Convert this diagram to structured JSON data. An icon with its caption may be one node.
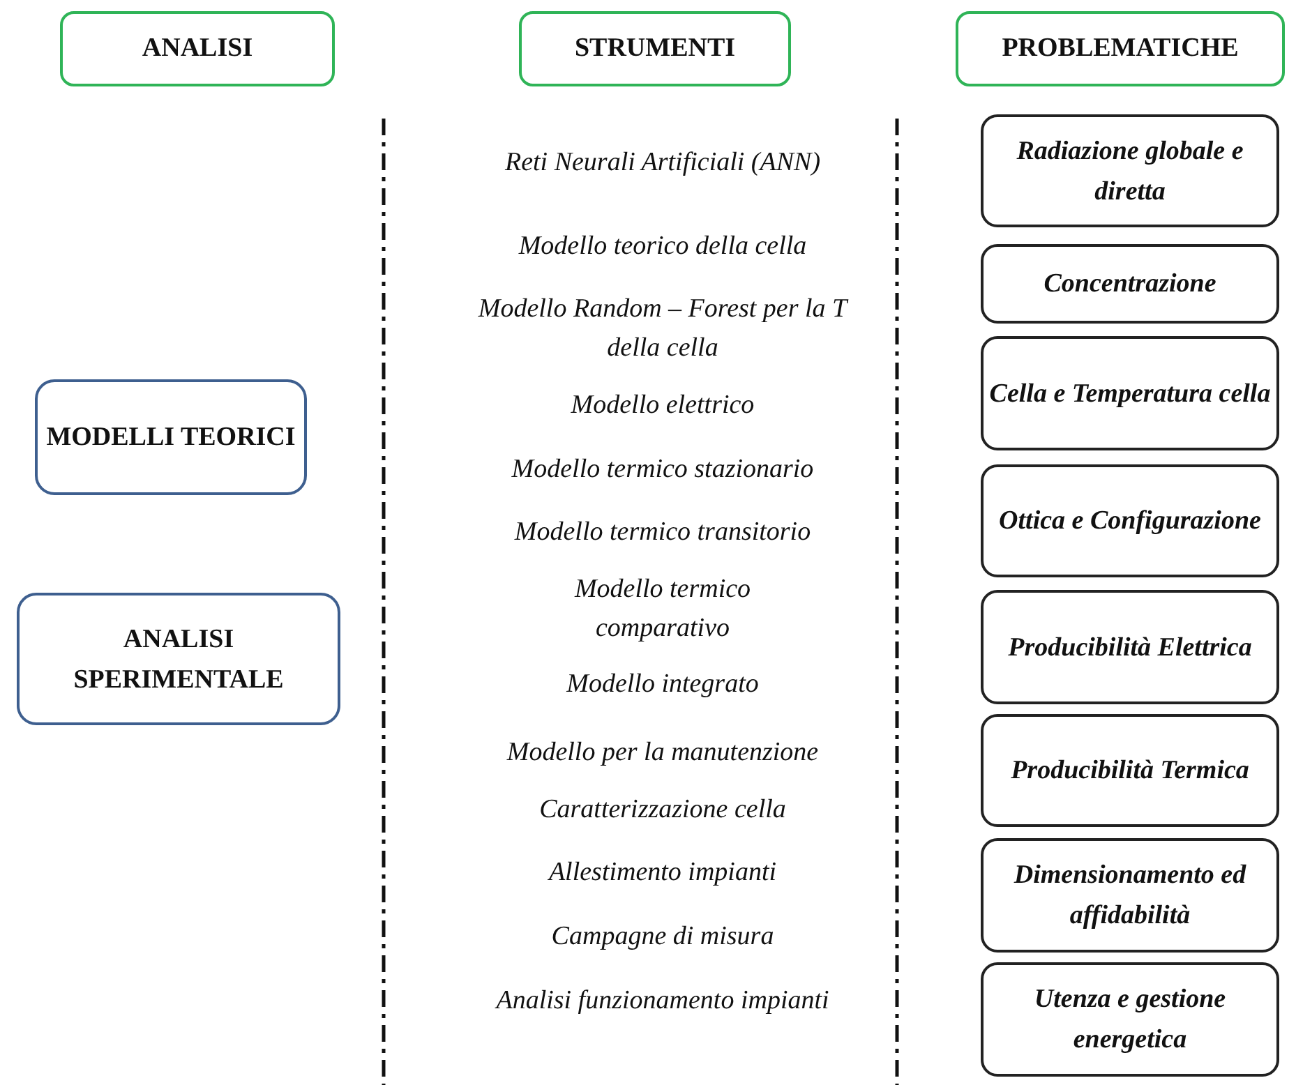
{
  "diagram": {
    "nodes": [
      {
        "text": [
          "ANALISI"
        ]
      },
      {
        "text": [
          "STRUMENTI"
        ]
      },
      {
        "text": [
          "PROBLEMATICHE"
        ]
      },
      {
        "text": [
          "Radiazione globale e diretta"
        ]
      },
      {
        "text": [
          "Concentrazione"
        ]
      },
      {
        "text": [
          "Cella e Temperatura cella"
        ]
      },
      {
        "text": [
          "MODELLI TEORICI"
        ]
      },
      {
        "text": [
          "Ottica e Configurazione"
        ]
      },
      {
        "text": [
          "ANALISI SPERIMENTALE"
        ]
      },
      {
        "text": [
          "Producibilità Elettrica"
        ]
      },
      {
        "text": [
          "Producibilità Termica"
        ]
      },
      {
        "text": [
          "Dimensionamento ed affidabilità"
        ]
      },
      {
        "text": [
          "Utenza e gestione energetica"
        ]
      }
    ],
    "labels": [
      "Reti Neurali Artificiali (ANN)",
      "Modello teorico della cella",
      "Modello Random – Forest per la T della cella",
      "Modello elettrico",
      "Modello termico stazionario",
      "Modello termico transitorio",
      "Modello termico comparativo",
      "Modello integrato",
      "Modello per la manutenzione",
      "Caratterizzazione cella",
      "Allestimento impianti",
      "Campagne di misura",
      "Analisi funzionamento impianti"
    ]
  }
}
